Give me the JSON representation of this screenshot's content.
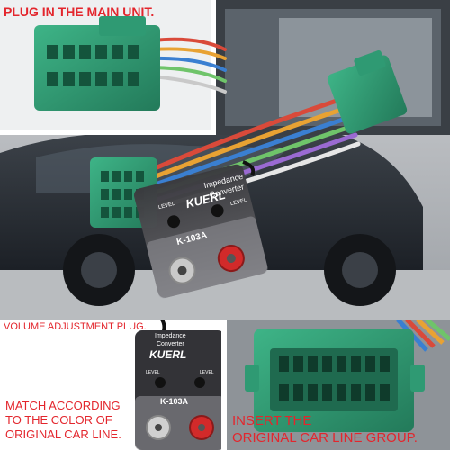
{
  "captions": {
    "top": "PLUG IN THE MAIN UNIT.",
    "volume": "VOLUME ADJUSTMENT PLUG.",
    "match_line1": "MATCH ACCORDING",
    "match_line2": "TO THE COLOR OF",
    "match_line3": "ORIGINAL CAR LINE.",
    "insert_line1": "INSERT THE",
    "insert_line2": "ORIGINAL CAR LINE GROUP."
  },
  "product": {
    "brand": "KUERL",
    "model": "K-103A",
    "name_line1": "Impedance",
    "name_line2": "Converter",
    "knob_left": "LEVEL",
    "knob_right": "LEVEL"
  },
  "colors": {
    "caption_red": "#e3262d",
    "connector_green": "#2f9a73",
    "box_dark": "#2b2b2e",
    "rca_red": "#d22a2a",
    "rca_white": "#e8e8e8"
  }
}
